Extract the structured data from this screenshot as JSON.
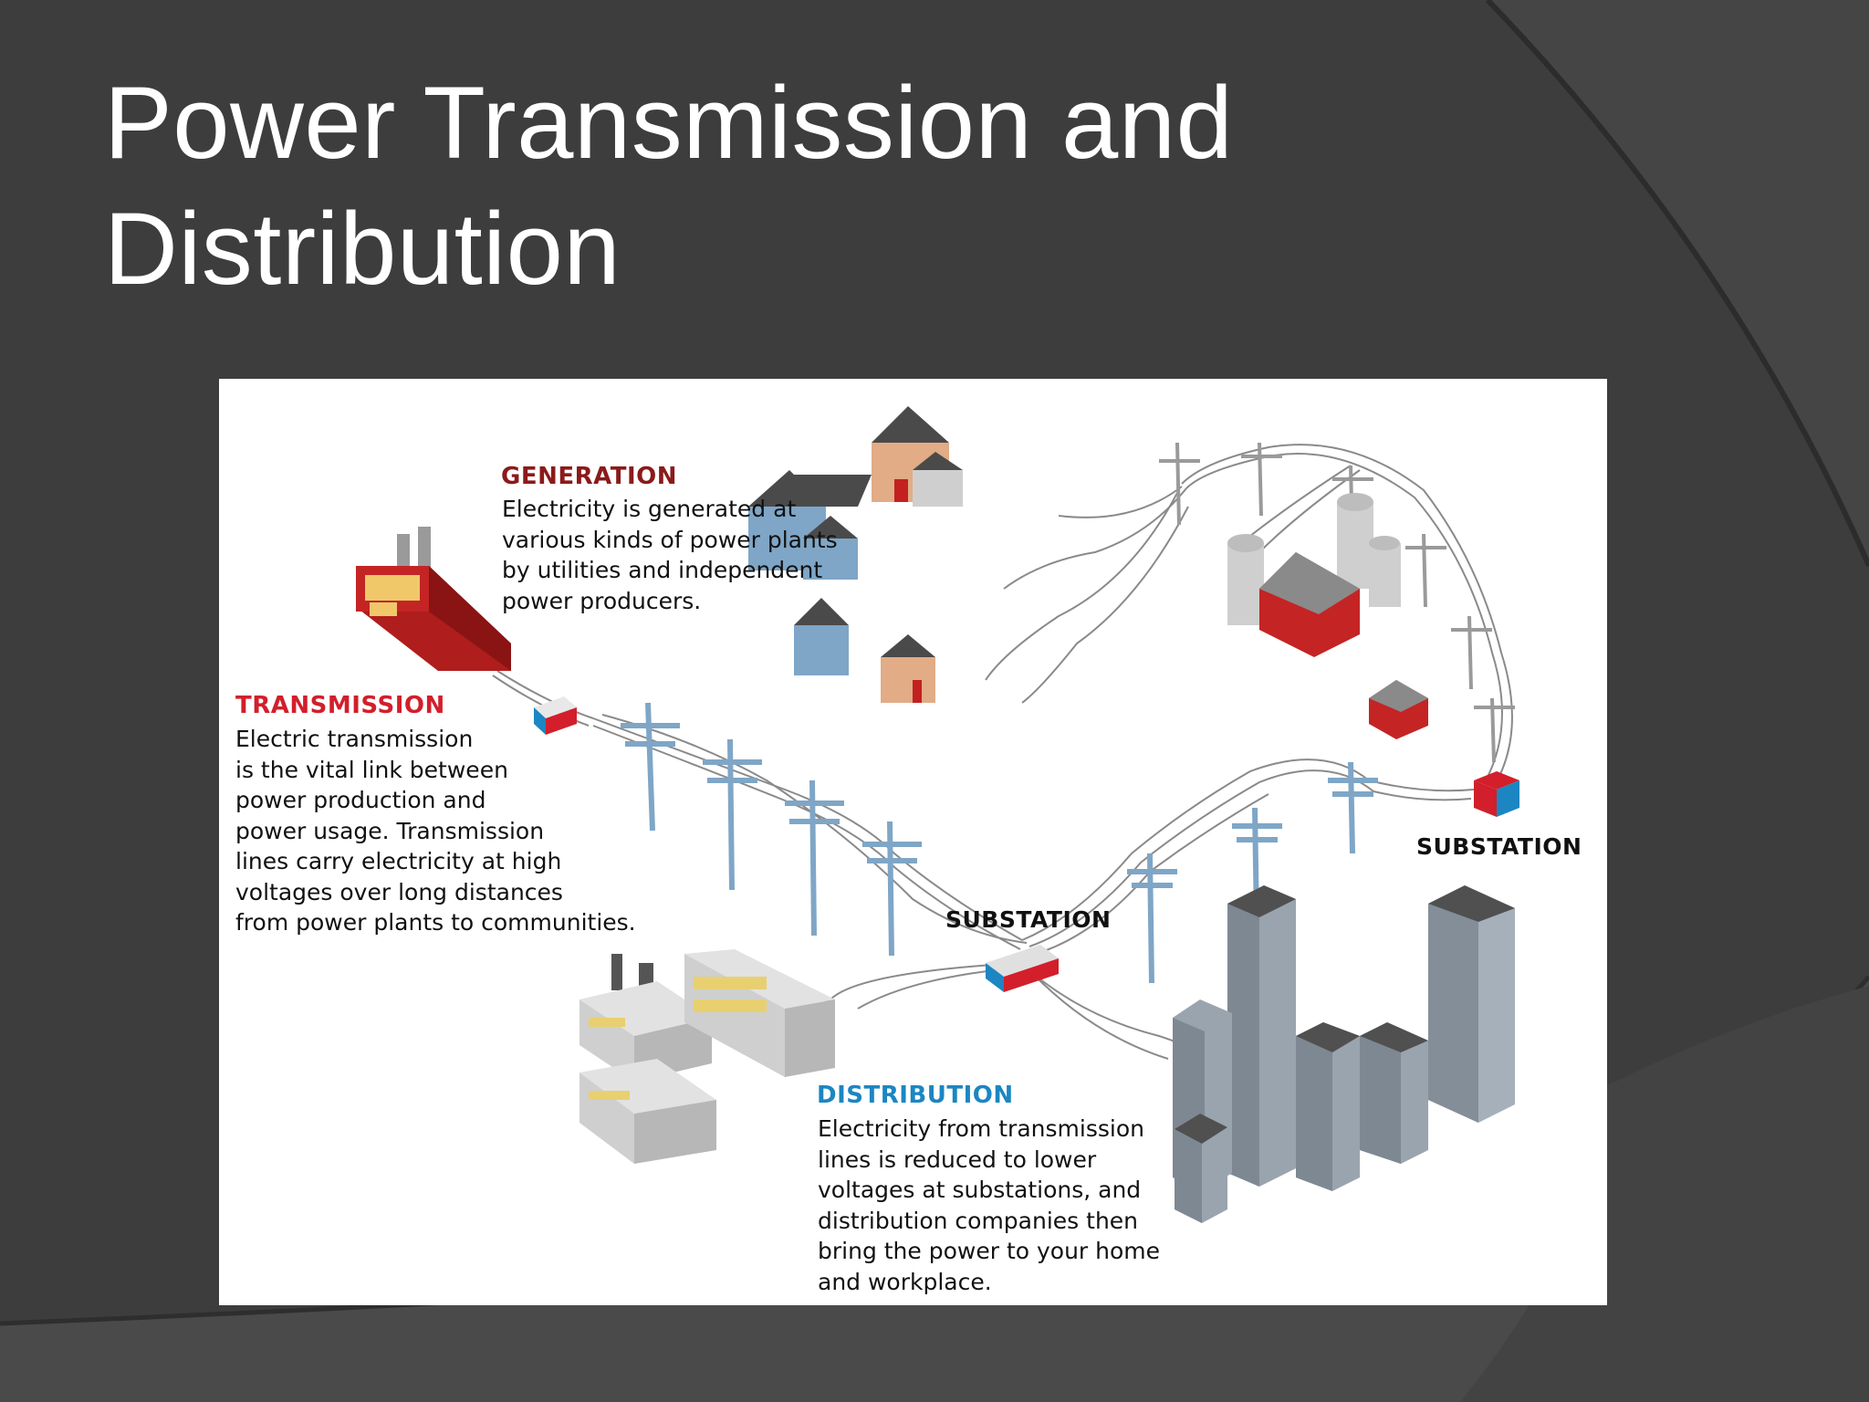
{
  "slide": {
    "title_line1": "Power Transmission and",
    "title_line2": "Distribution"
  },
  "figure": {
    "generation": {
      "heading": "GENERATION",
      "lines": [
        "Electricity is generated at",
        "various kinds of power plants",
        "by utilities and independent",
        "power producers."
      ]
    },
    "transmission": {
      "heading": "TRANSMISSION",
      "lines": [
        "Electric transmission",
        "is the vital link between",
        "power production and",
        "power usage. Transmission",
        "lines carry electricity at high",
        "voltages over long distances",
        "from power plants to communities."
      ]
    },
    "distribution": {
      "heading": "DISTRIBUTION",
      "lines": [
        "Electricity from transmission",
        "lines is reduced to lower",
        "voltages at substations, and",
        "distribution companies then",
        "bring the power to your home",
        "and workplace."
      ]
    },
    "substation_center_label": "SUBSTATION",
    "substation_right_label": "SUBSTATION"
  },
  "colors": {
    "background": "#3d3d3e",
    "generation": "#8b1a1a",
    "transmission": "#d21f2b",
    "distribution": "#1b86c2"
  }
}
